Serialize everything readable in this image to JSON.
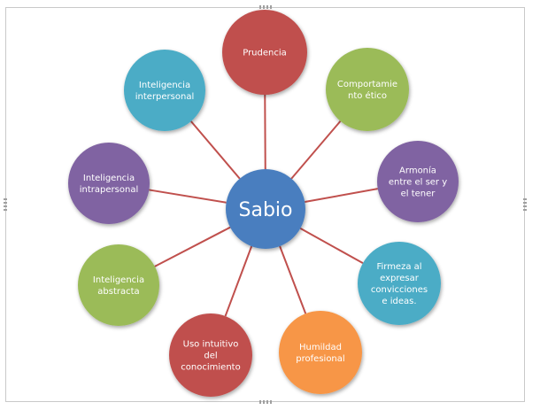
{
  "diagram": {
    "center": {
      "label": "Sabio",
      "color": "#4a7ebf"
    },
    "connector_color": "#c0504d",
    "nodes": [
      {
        "id": "prudencia",
        "lines": [
          "Prudencia"
        ],
        "color": "#c0504d"
      },
      {
        "id": "comportamiento-etico",
        "lines": [
          "Comportamie",
          "nto ético"
        ],
        "color": "#9bbb59"
      },
      {
        "id": "armonia",
        "lines": [
          "Armonía",
          "entre el ser y",
          "el tener"
        ],
        "color": "#8064a2"
      },
      {
        "id": "firmeza",
        "lines": [
          "Firmeza al",
          "expresar",
          "convicciones",
          "e ideas."
        ],
        "color": "#4bacc6"
      },
      {
        "id": "humildad",
        "lines": [
          "Humildad",
          "profesional"
        ],
        "color": "#f79646"
      },
      {
        "id": "uso-intuitivo",
        "lines": [
          "Uso intuitivo",
          "del",
          "conocimiento"
        ],
        "color": "#c0504d"
      },
      {
        "id": "inteligencia-abstracta",
        "lines": [
          "Inteligencia",
          "abstracta"
        ],
        "color": "#9bbb59"
      },
      {
        "id": "inteligencia-intrapersonal",
        "lines": [
          "Inteligencia",
          "intrapersonal"
        ],
        "color": "#8064a2"
      },
      {
        "id": "inteligencia-interpersonal",
        "lines": [
          "Inteligencia",
          "interpersonal"
        ],
        "color": "#4bacc6"
      }
    ]
  }
}
